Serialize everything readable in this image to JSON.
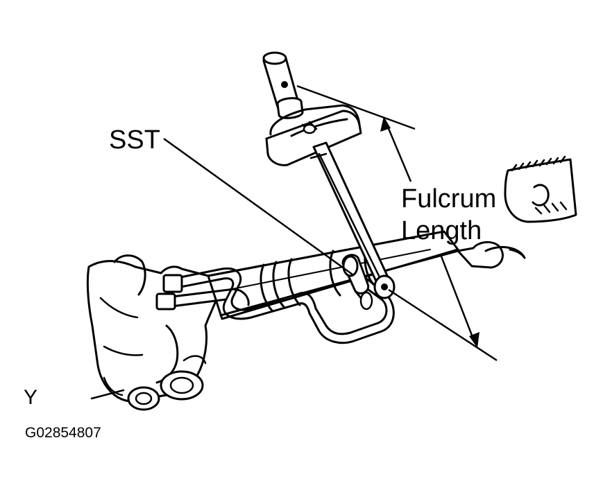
{
  "labels": {
    "sst": "SST",
    "fulcrum_line1": "Fulcrum",
    "fulcrum_line2": "Length",
    "corner_mark": "Y",
    "figure_code": "G02854807"
  }
}
